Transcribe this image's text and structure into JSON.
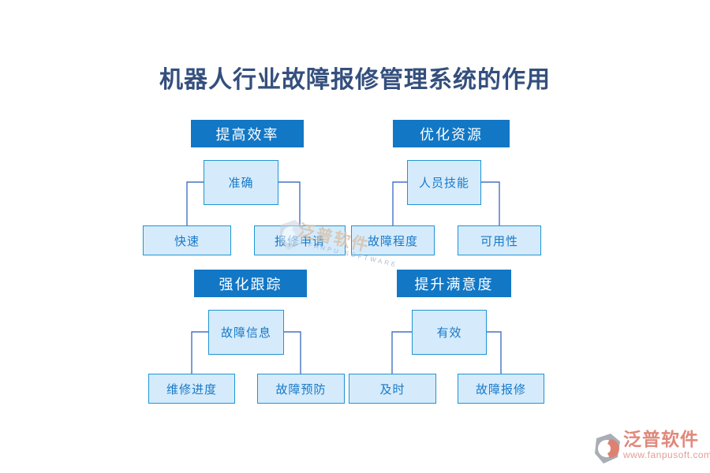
{
  "title": "机器人行业故障报修管理系统的作用",
  "groups": [
    {
      "header": "提高效率",
      "parent": "准确",
      "children": [
        "快速",
        "报修申请"
      ]
    },
    {
      "header": "优化资源",
      "parent": "人员技能",
      "children": [
        "故障程度",
        "可用性"
      ]
    },
    {
      "header": "强化跟踪",
      "parent": "故障信息",
      "children": [
        "维修进度",
        "故障预防"
      ]
    },
    {
      "header": "提升满意度",
      "parent": "有效",
      "children": [
        "及时",
        "故障报修"
      ]
    }
  ],
  "watermark": {
    "text": "泛普软件",
    "subtext": "FANPU SOFTWARE"
  },
  "brand": {
    "name": "泛普软件",
    "url": "www.fanpusoft.com"
  },
  "colors": {
    "header_bg": "#1277c5",
    "box_fill": "#d5ebfb",
    "box_border": "#2094d3",
    "connector": "#4472c4",
    "box_text": "#1879c8",
    "title_text": "#344f7d",
    "brand_text": "#e0887b"
  }
}
